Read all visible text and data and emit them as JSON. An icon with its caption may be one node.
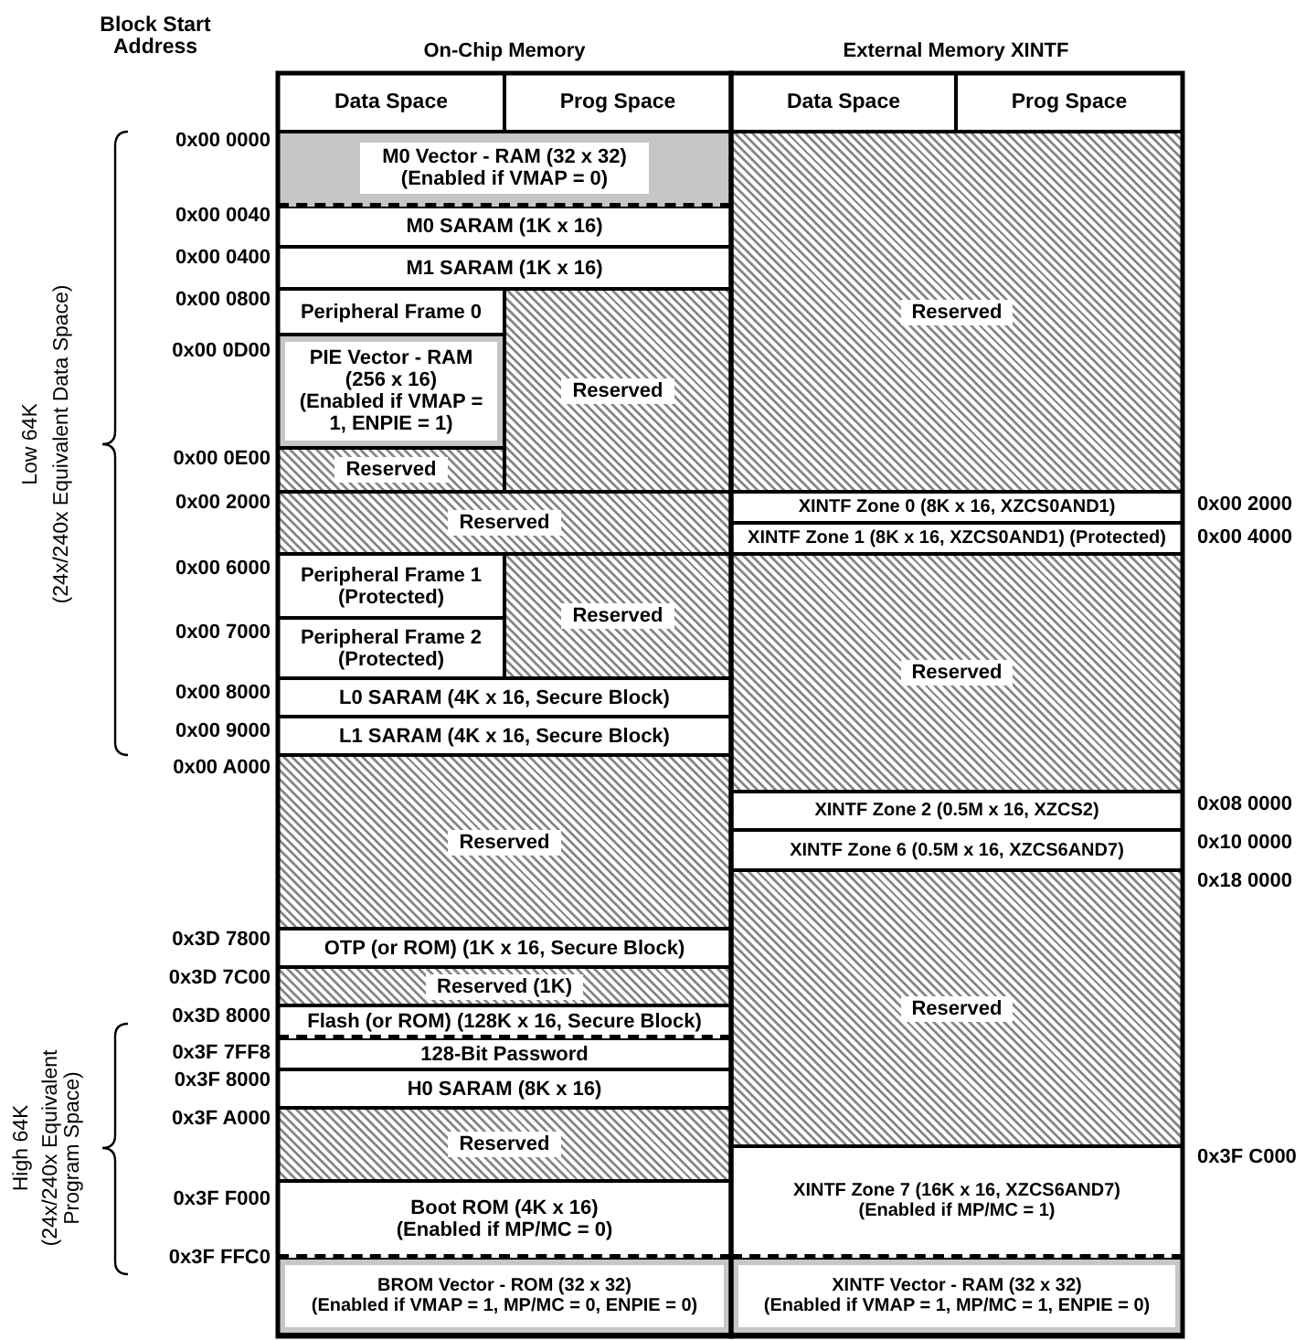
{
  "diagram": {
    "nodes": [
      {
        "text": [
          "Data Space"
        ]
      },
      {
        "text": [
          "Prog Space"
        ]
      },
      {
        "text": [
          "Data Space"
        ]
      },
      {
        "text": [
          "Prog Space"
        ]
      },
      {
        "text": [
          "M0 Vector - RAM (32 x 32)",
          "(Enabled if VMAP = 0)"
        ]
      },
      {
        "text": [
          "M0 SARAM (1K x 16)"
        ]
      },
      {
        "text": [
          "M1 SARAM (1K x 16)"
        ]
      },
      {
        "text": [
          "Peripheral Frame 0"
        ]
      },
      {
        "text": [
          "Reserved"
        ]
      },
      {
        "text": [
          "PIE Vector - RAM (256 x 16)",
          "(Enabled if VMAP = 1, ENPIE = 1)"
        ]
      },
      {
        "text": [
          "Reserved"
        ]
      },
      {
        "text": [
          "Reserved"
        ]
      },
      {
        "text": [
          "Peripheral Frame 1 (Protected)"
        ]
      },
      {
        "text": [
          "Reserved"
        ]
      },
      {
        "text": [
          "Peripheral Frame 2 (Protected)"
        ]
      },
      {
        "text": [
          "L0 SARAM (4K x 16, Secure Block)"
        ]
      },
      {
        "text": [
          "L1 SARAM (4K x 16, Secure Block)"
        ]
      },
      {
        "text": [
          "Reserved"
        ]
      },
      {
        "text": [
          "OTP (or ROM) (1K x 16, Secure Block)"
        ]
      },
      {
        "text": [
          "Reserved (1K)"
        ]
      },
      {
        "text": [
          "Flash (or ROM) (128K x 16, Secure Block)"
        ]
      },
      {
        "text": [
          "128-Bit Password"
        ]
      },
      {
        "text": [
          "H0 SARAM (8K x 16)"
        ]
      },
      {
        "text": [
          "Reserved"
        ]
      },
      {
        "text": [
          "Boot ROM (4K x 16)",
          "(Enabled if MP/MC = 0)"
        ]
      },
      {
        "text": [
          "BROM Vector - ROM (32 x 32)",
          "(Enabled if VMAP = 1, MP/MC = 0, ENPIE = 0)"
        ]
      },
      {
        "text": [
          "Reserved"
        ]
      },
      {
        "text": [
          "XINTF Zone 0 (8K x 16, XZCS0AND1)"
        ]
      },
      {
        "text": [
          "XINTF Zone 1 (8K x 16, XZCS0AND1) (Protected)"
        ]
      },
      {
        "text": [
          "Reserved"
        ]
      },
      {
        "text": [
          "XINTF Zone 2 (0.5M x 16, XZCS2)"
        ]
      },
      {
        "text": [
          "XINTF Zone 6 (0.5M x 16, XZCS6AND7)"
        ]
      },
      {
        "text": [
          "Reserved"
        ]
      },
      {
        "text": [
          "XINTF Zone 7 (16K x 16, XZCS6AND7)",
          "(Enabled if MP/MC = 1)"
        ]
      },
      {
        "text": [
          "XINTF Vector - RAM (32 x 32)",
          "(Enabled if VMAP = 1, MP/MC = 1, ENPIE = 0)"
        ]
      }
    ],
    "labels": [
      "Block Start Address",
      "On-Chip Memory",
      "External Memory XINTF",
      "0x00 0000",
      "0x00 0040",
      "0x00 0400",
      "0x00 0800",
      "0x00 0D00",
      "0x00 0E00",
      "0x00 2000",
      "0x00 6000",
      "0x00 7000",
      "0x00 8000",
      "0x00 9000",
      "0x00 A000",
      "0x3D 7800",
      "0x3D 7C00",
      "0x3D 8000",
      "0x3F 7FF8",
      "0x3F 8000",
      "0x3F A000",
      "0x3F F000",
      "0x3F FFC0",
      "0x00 2000",
      "0x00 4000",
      "0x08 0000",
      "0x10 0000",
      "0x18 0000",
      "0x3F C000",
      "Low 64K",
      "(24x/240x Equivalent Data Space)",
      "High 64K",
      "(24x/240x Equivalent Program Space)"
    ]
  }
}
